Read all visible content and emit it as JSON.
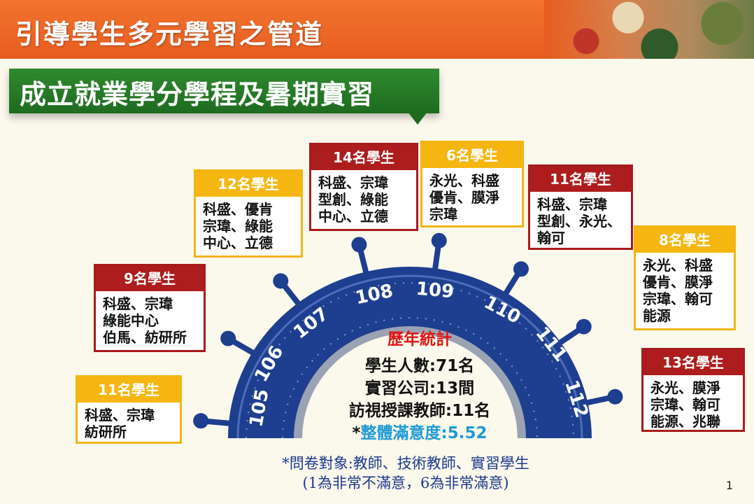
{
  "page_title": "引導學生多元學習之管道",
  "section_title": "成立就業學分學程及暑期實習",
  "years": [
    "105",
    "106",
    "107",
    "108",
    "109",
    "110",
    "111",
    "112"
  ],
  "boxes": [
    {
      "year": "105",
      "header": "11名學生",
      "style": "yellow",
      "lines": [
        "科盛、宗瑋",
        "紡研所"
      ]
    },
    {
      "year": "106",
      "header": "9名學生",
      "style": "red",
      "lines": [
        "科盛、宗瑋",
        "綠能中心",
        "伯馬、紡研所"
      ]
    },
    {
      "year": "107",
      "header": "12名學生",
      "style": "yellow",
      "lines": [
        "科盛、優肯",
        "宗瑋、綠能",
        "中心、立德"
      ]
    },
    {
      "year": "108",
      "header": "14名學生",
      "style": "red",
      "lines": [
        "科盛、宗瑋",
        "型創、綠能",
        "中心、立德"
      ]
    },
    {
      "year": "109",
      "header": "6名學生",
      "style": "yellow",
      "lines": [
        "永光、科盛",
        "優肯、膜淨",
        "宗瑋"
      ]
    },
    {
      "year": "110",
      "header": "11名學生",
      "style": "red",
      "lines": [
        "科盛、宗瑋",
        "型創、永光、",
        "翰可"
      ]
    },
    {
      "year": "111",
      "header": "8名學生",
      "style": "yellow",
      "lines": [
        "永光、科盛",
        "優肯、膜淨",
        "宗瑋、翰可",
        "能源"
      ]
    },
    {
      "year": "112",
      "header": "13名學生",
      "style": "red",
      "lines": [
        "永光、膜淨",
        "宗瑋、翰可",
        "能源、兆聯"
      ]
    }
  ],
  "stats": {
    "title": "歷年統計",
    "students": "學生人數:71名",
    "companies": "實習公司:13間",
    "teachers": "訪視授課教師:11名",
    "satisfaction_star": "*",
    "satisfaction": "整體滿意度:5.52"
  },
  "footnote": {
    "line1": "*問卷對象:教師、技術教師、實習學生",
    "line2": "(1為非常不滿意，6為非常滿意)"
  },
  "page_number": "1",
  "colors": {
    "header": "#e85d1f",
    "banner": "#1e6b1f",
    "arc": "#1d3d8f",
    "yellow": "#f6b611",
    "red": "#ad1d1d",
    "satisfaction": "#1e9ad6"
  }
}
